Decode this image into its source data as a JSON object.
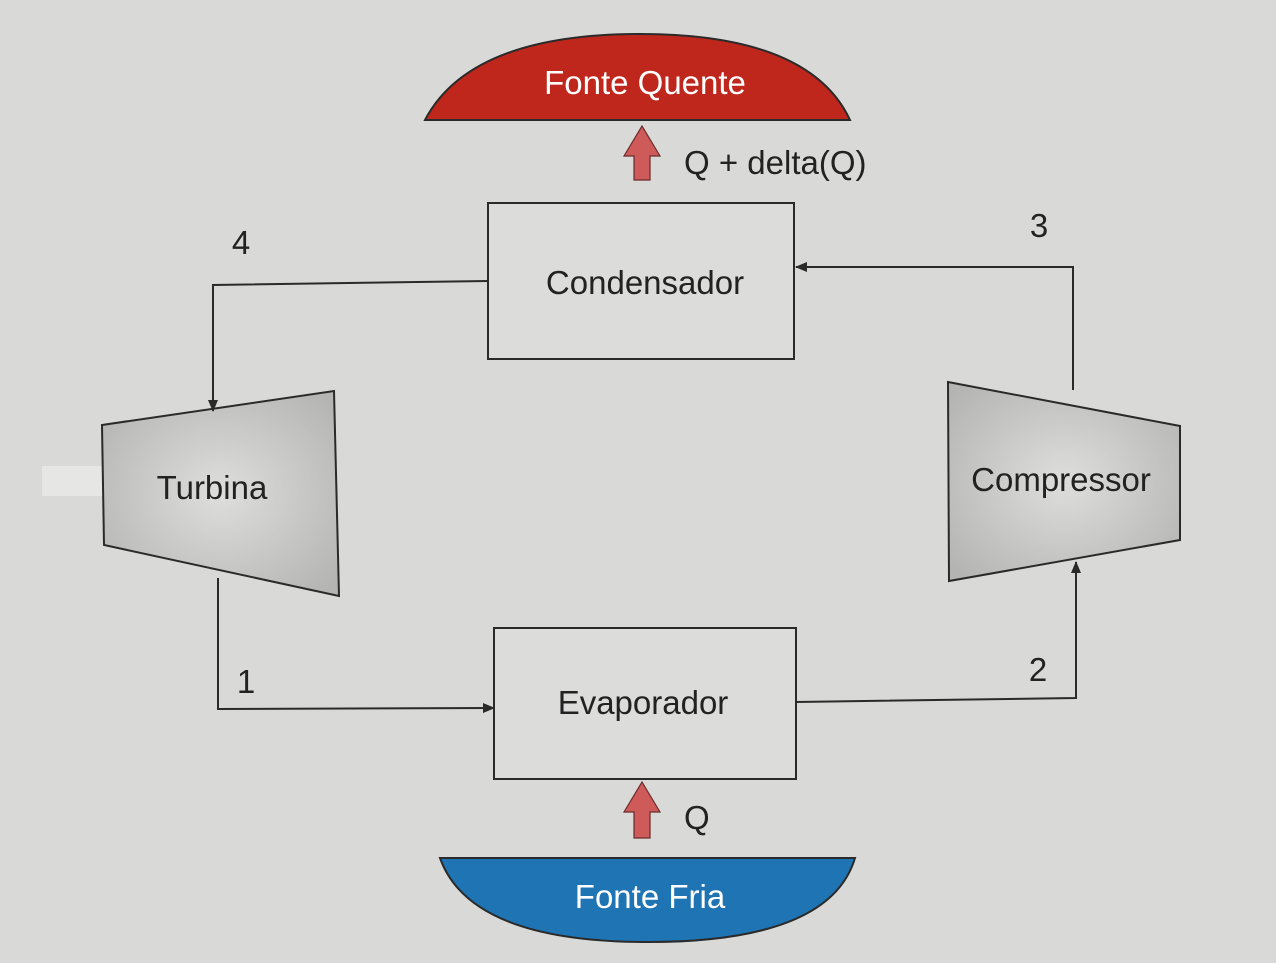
{
  "hot_source": {
    "label": "Fonte Quente",
    "color": "#c0271c"
  },
  "cold_source": {
    "label": "Fonte Fria",
    "color": "#1f74b3"
  },
  "heat_out_label": "Q + delta(Q)",
  "heat_in_label": "Q",
  "condenser": {
    "label": "Condensador"
  },
  "evaporator": {
    "label": "Evaporador"
  },
  "turbine": {
    "label": "Turbina"
  },
  "compressor": {
    "label": "Compressor"
  },
  "state_points": [
    "1",
    "2",
    "3",
    "4"
  ],
  "colors": {
    "paper": "#d9d9d7",
    "box_fill": "#dcdcda",
    "ink": "#2a2a2a",
    "machine_fill": "#c4c4c2",
    "heat_arrow": "#cf5a5a"
  }
}
